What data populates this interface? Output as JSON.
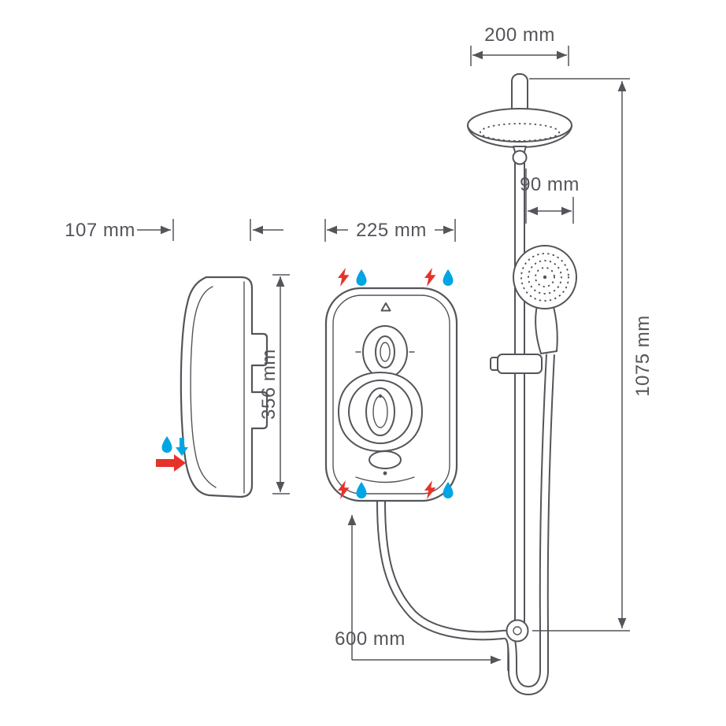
{
  "diagram": {
    "dimensions": {
      "head_width": "200 mm",
      "handset_offset": "90 mm",
      "unit_depth": "107 mm",
      "unit_width": "225 mm",
      "unit_height": "356 mm",
      "riser_height": "1075 mm",
      "hose_run": "600 mm"
    },
    "icons": {
      "electric_supply": "lightning-bolt",
      "water_supply": "water-droplet",
      "electric_entry_arrow": "right-arrow",
      "water_entry_arrow": "down-arrow"
    },
    "colors": {
      "line": "#54555a",
      "electric_red": "#e6332a",
      "water_blue": "#00a5e3",
      "background": "#ffffff"
    }
  }
}
